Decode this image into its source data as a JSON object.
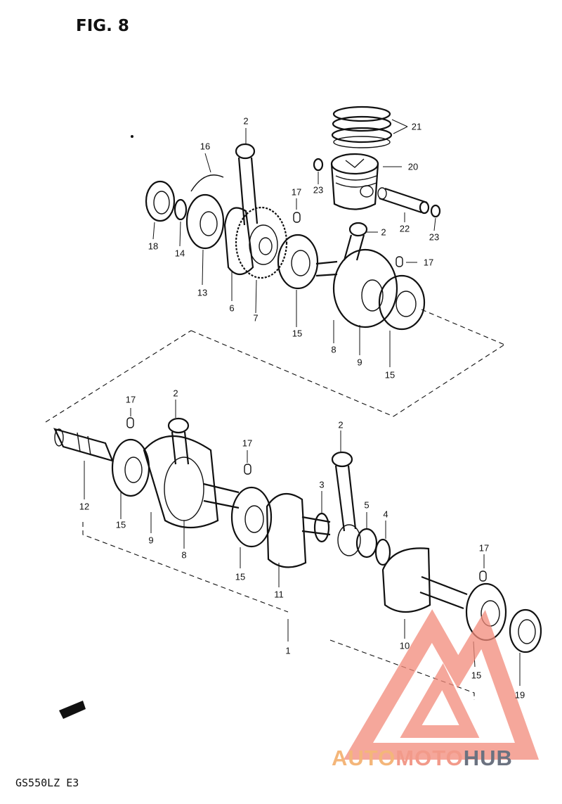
{
  "figure": {
    "title": "FIG. 8",
    "model": "GS550LZ  E3"
  },
  "watermark": {
    "part1": "AUTO",
    "part2": "MOTO",
    "part3": "HUB",
    "colors": {
      "auto": "#f4b67a",
      "moto": "#f29a8a",
      "hub": "#6b7280",
      "logo": "#f28a7a"
    }
  },
  "callouts": [
    "2",
    "16",
    "21",
    "20",
    "23",
    "17",
    "18",
    "14",
    "13",
    "6",
    "7",
    "2",
    "22",
    "23",
    "17",
    "15",
    "8",
    "9",
    "15",
    "17",
    "2",
    "17",
    "2",
    "12",
    "15",
    "9",
    "8",
    "3",
    "5",
    "4",
    "15",
    "11",
    "17",
    "10",
    "1",
    "15",
    "19"
  ]
}
